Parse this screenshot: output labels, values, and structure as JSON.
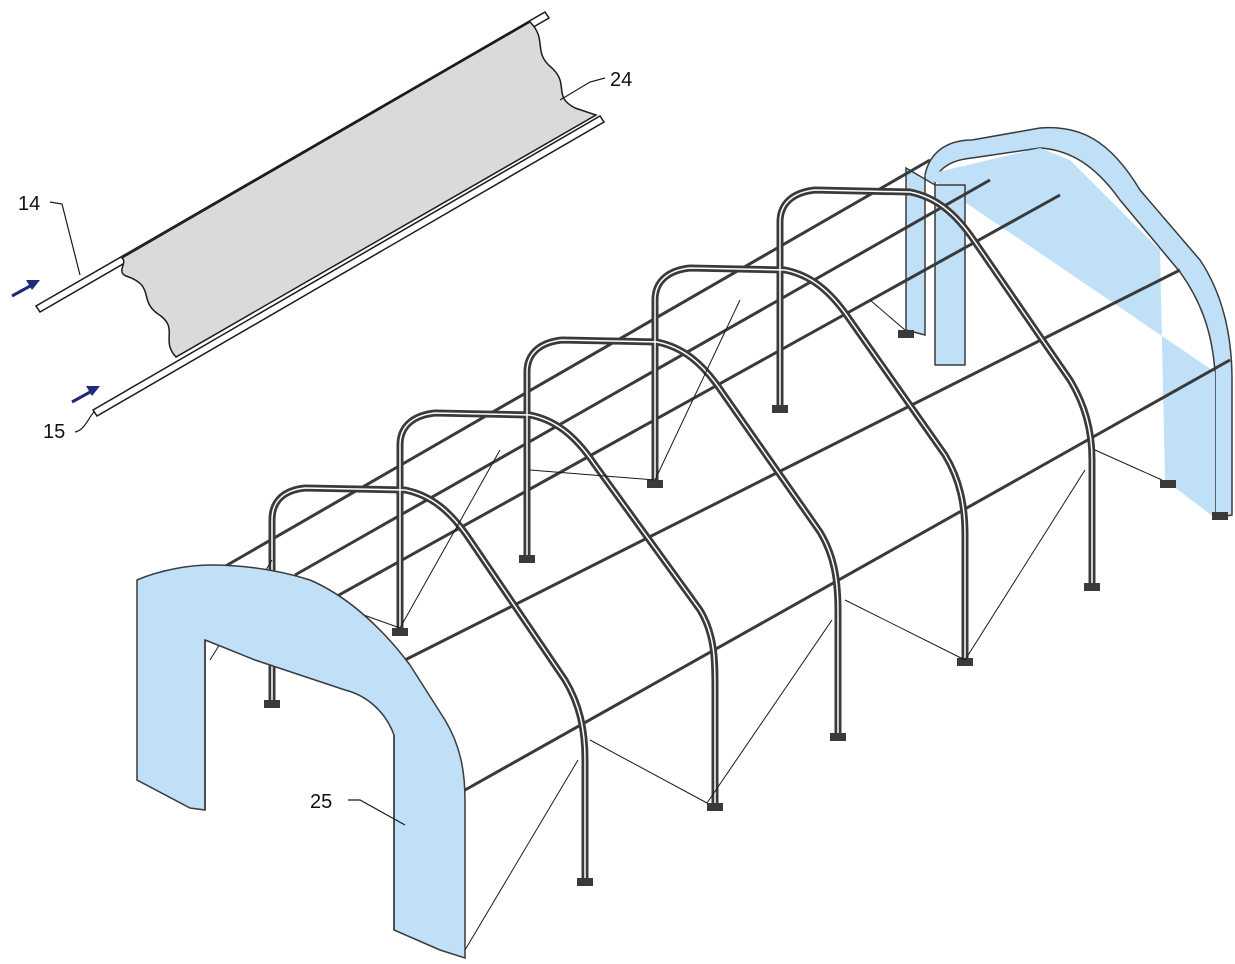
{
  "figure": {
    "labels": {
      "l14": "14",
      "l15": "15",
      "l24": "24",
      "l25": "25"
    },
    "colors": {
      "frame": "#3a3a3a",
      "end_panel": "#bfe0f7",
      "roof_panel": "#d9d9d9",
      "arrow": "#1f2a7a",
      "line": "#1a1a1a"
    }
  }
}
